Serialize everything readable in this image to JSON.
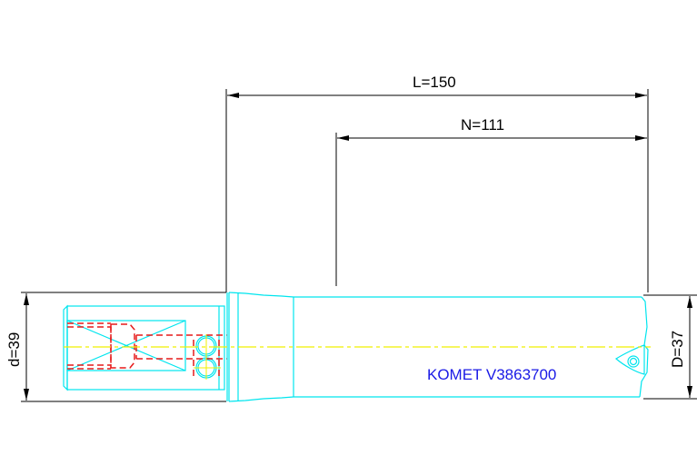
{
  "drawing": {
    "title": "KOMET V3863700",
    "label_color": "#1a1ae6",
    "outline_color": "#00e5ee",
    "hidden_color": "#e61a1a",
    "centerline_color": "#f0f000",
    "dimension_color": "#000000"
  },
  "dimensions": {
    "overall_length": "L=150",
    "usable_length": "N=111",
    "shank_diameter": "d=39",
    "cutting_diameter": "D=37"
  }
}
